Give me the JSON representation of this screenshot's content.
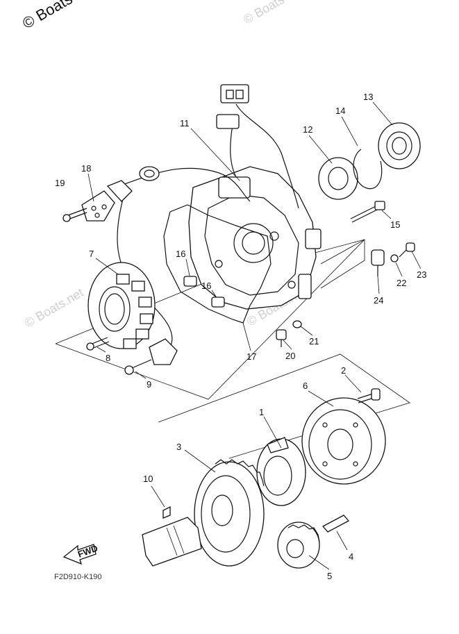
{
  "watermarks": {
    "main": "© Boats",
    "faint_top": "© Boats",
    "faint_left": "© Boats.net",
    "faint_mid": "© Boats.net"
  },
  "callouts": [
    "1",
    "2",
    "3",
    "4",
    "5",
    "6",
    "7",
    "8",
    "9",
    "10",
    "11",
    "12",
    "13",
    "14",
    "15",
    "16",
    "16",
    "17",
    "18",
    "19",
    "20",
    "21",
    "22",
    "23",
    "24"
  ],
  "fwd_label": "FWD",
  "drawing_code": "F2D910-K190"
}
